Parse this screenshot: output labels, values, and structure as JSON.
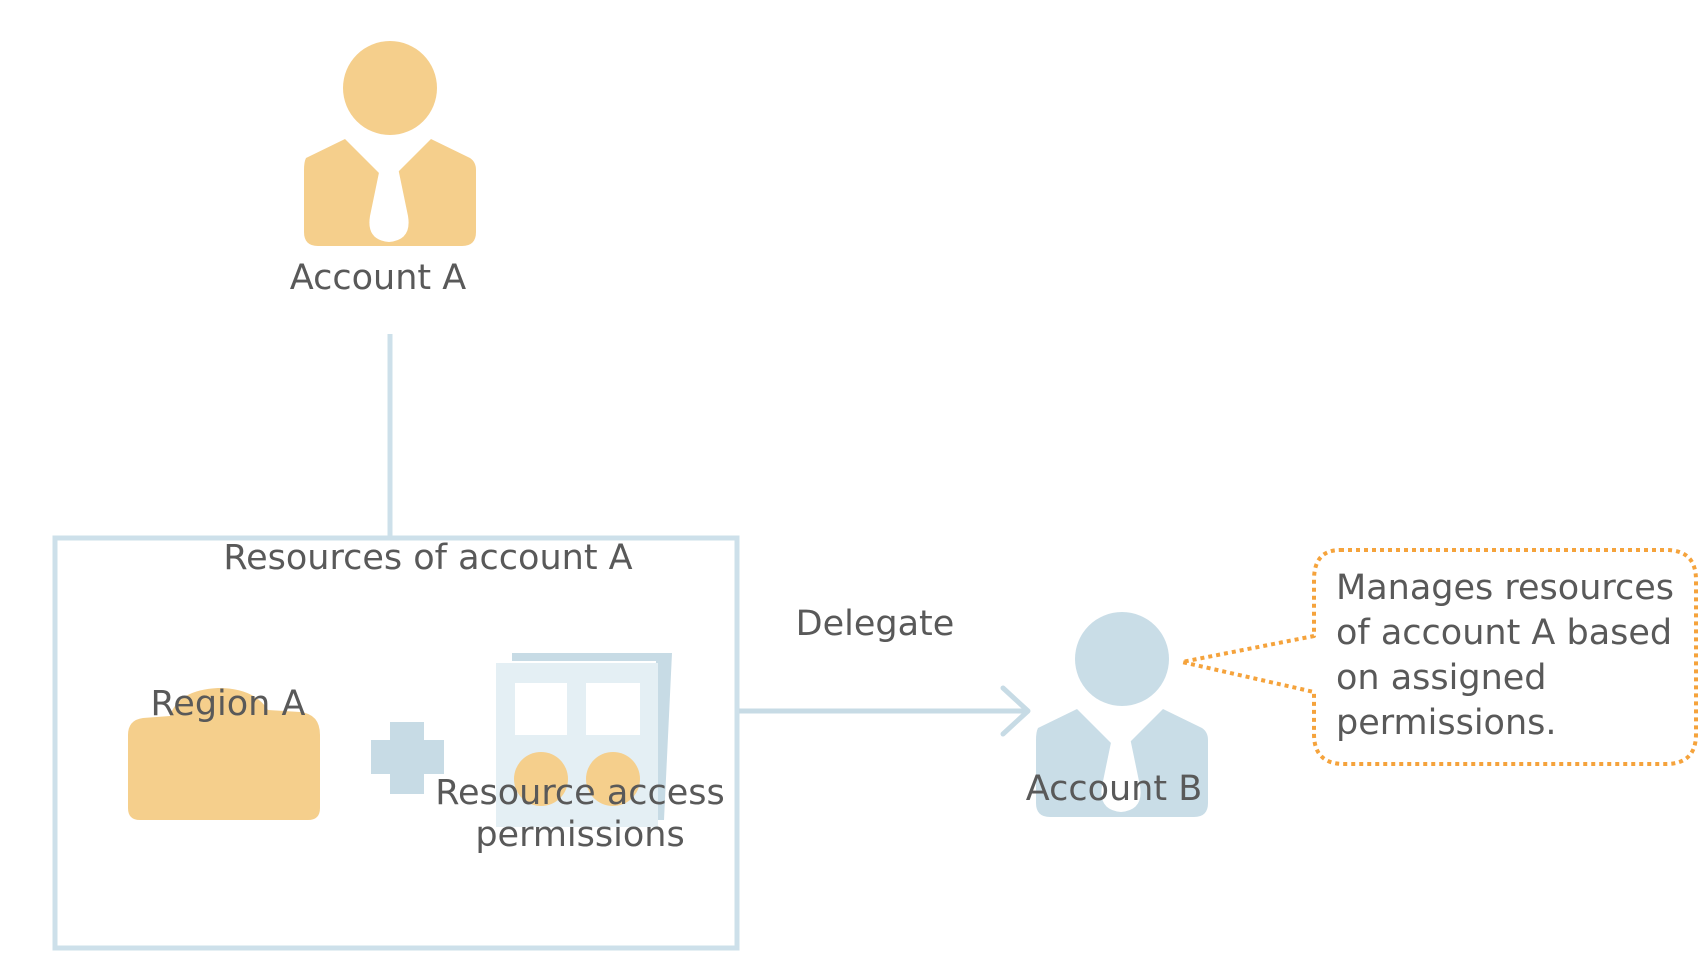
{
  "diagram": {
    "account_a": {
      "label": "Account A",
      "icon": "user-icon",
      "color": "#f5cf8c"
    },
    "resources_box": {
      "title": "Resources of account A",
      "border_color": "#cde0ea",
      "region": {
        "label": "Region A",
        "icon": "cloud-icon",
        "color": "#f5cf8c"
      },
      "plus_icon": {
        "icon": "plus-icon",
        "color": "#c7dbe5"
      },
      "permissions": {
        "label_line1": "Resource access",
        "label_line2": "permissions",
        "icon": "permissions-card-icon",
        "card_color": "#e4eff4",
        "dot_color": "#f5cf8c"
      }
    },
    "delegate_arrow": {
      "label": "Delegate",
      "color": "#c7dbe5"
    },
    "account_b": {
      "label": "Account B",
      "icon": "user-icon",
      "color": "#c9dde7"
    },
    "callout": {
      "lines": [
        "Manages resources",
        "of account A based",
        "on assigned",
        "permissions."
      ],
      "border_color": "#f5a33c"
    }
  }
}
